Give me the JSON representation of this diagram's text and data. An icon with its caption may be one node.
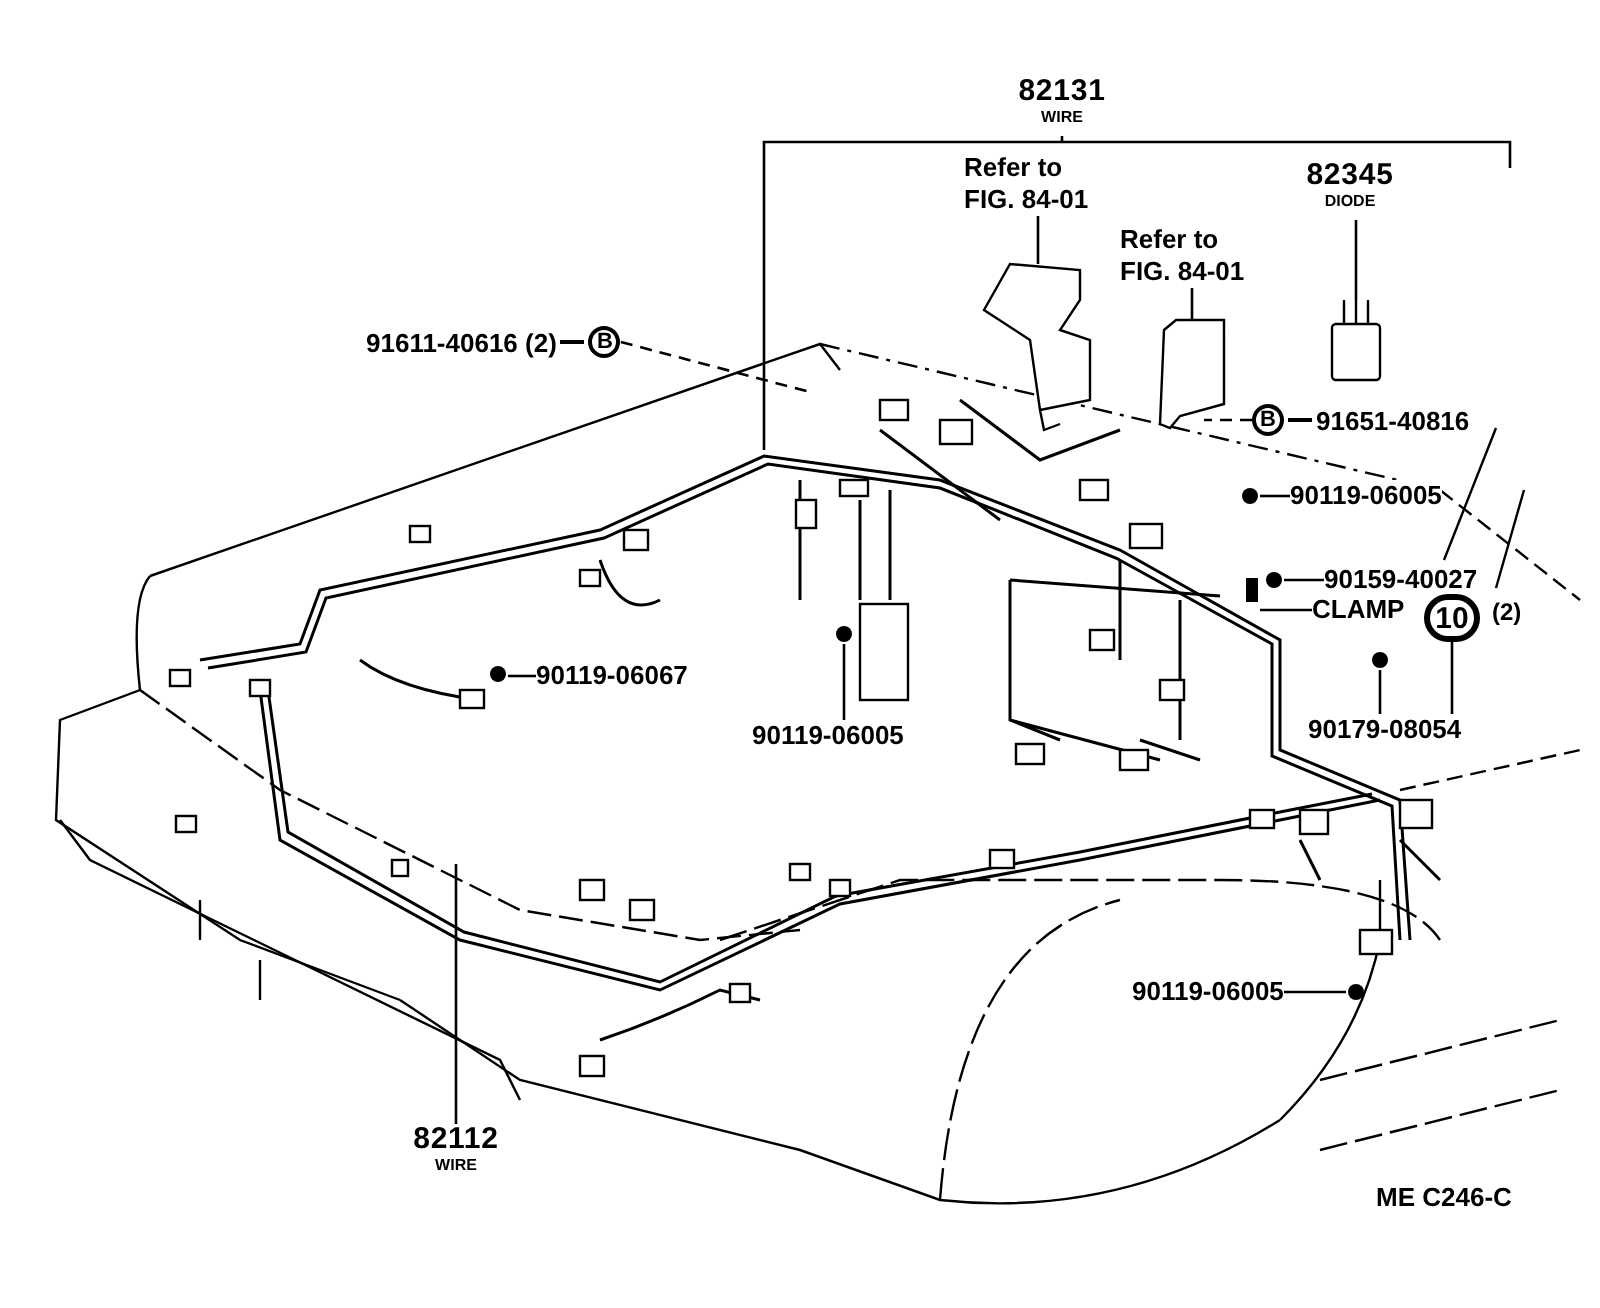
{
  "diagram": {
    "nodes": [
      {
        "text": [
          "82131",
          "WIRE"
        ]
      },
      {
        "text": [
          "Refer to FIG. 84-01"
        ]
      },
      {
        "text": [
          "Refer to FIG. 84-01"
        ]
      },
      {
        "text": [
          "82345",
          "DIODE"
        ]
      },
      {
        "text": [
          "91611-40616 (2)",
          "B"
        ]
      },
      {
        "text": [
          "B",
          "91651-40816"
        ]
      },
      {
        "text": [
          "90119-06005"
        ]
      },
      {
        "text": [
          "90159-40027"
        ],
        "beside": [
          "(2)"
        ]
      },
      {
        "text": [
          "CLAMP"
        ]
      },
      {
        "text": [
          "10"
        ]
      },
      {
        "text": [
          "90179-08054"
        ]
      },
      {
        "text": [
          "90119-06067"
        ]
      },
      {
        "text": [
          "90119-06005"
        ]
      },
      {
        "text": [
          "90119-06005"
        ]
      },
      {
        "text": [
          "82112",
          "WIRE"
        ]
      },
      {
        "text": [],
        "shape": "picture"
      },
      {
        "text": [],
        "shape": "picture"
      },
      {
        "text": [],
        "shape": "box"
      },
      {
        "text": [],
        "shape": "circle"
      },
      {
        "text": [],
        "shape": "circle"
      },
      {
        "text": [],
        "shape": "bar"
      },
      {
        "text": [],
        "shape": "circle"
      },
      {
        "text": [],
        "shape": "circle"
      },
      {
        "text": [],
        "shape": "circle"
      },
      {
        "text": [],
        "shape": "circle"
      }
    ],
    "edges": [
      {
        "from": 0,
        "to": null,
        "arrow": "none"
      },
      {
        "from": 1,
        "to": 15,
        "arrow": "none"
      },
      {
        "from": 2,
        "to": 16,
        "arrow": "none"
      },
      {
        "from": 3,
        "to": 17,
        "arrow": "none"
      },
      {
        "from": 4,
        "to": null,
        "arrow": "none",
        "style": "dashed"
      },
      {
        "from": 5,
        "to": 16,
        "arrow": "none",
        "style": "dashed"
      },
      {
        "from": 6,
        "to": 18,
        "arrow": "none"
      },
      {
        "from": 7,
        "to": 19,
        "arrow": "none"
      },
      {
        "from": 8,
        "to": 20,
        "arrow": "none"
      },
      {
        "from": 10,
        "to": 21,
        "arrow": "none"
      },
      {
        "from": 10,
        "to": 9,
        "arrow": "none"
      },
      {
        "from": 11,
        "to": 24,
        "arrow": "none"
      },
      {
        "from": 12,
        "to": 22,
        "arrow": "none"
      },
      {
        "from": 13,
        "to": 23,
        "arrow": "none"
      },
      {
        "from": 14,
        "to": null,
        "arrow": "none"
      }
    ],
    "labels": [
      "ME C246-C"
    ]
  }
}
